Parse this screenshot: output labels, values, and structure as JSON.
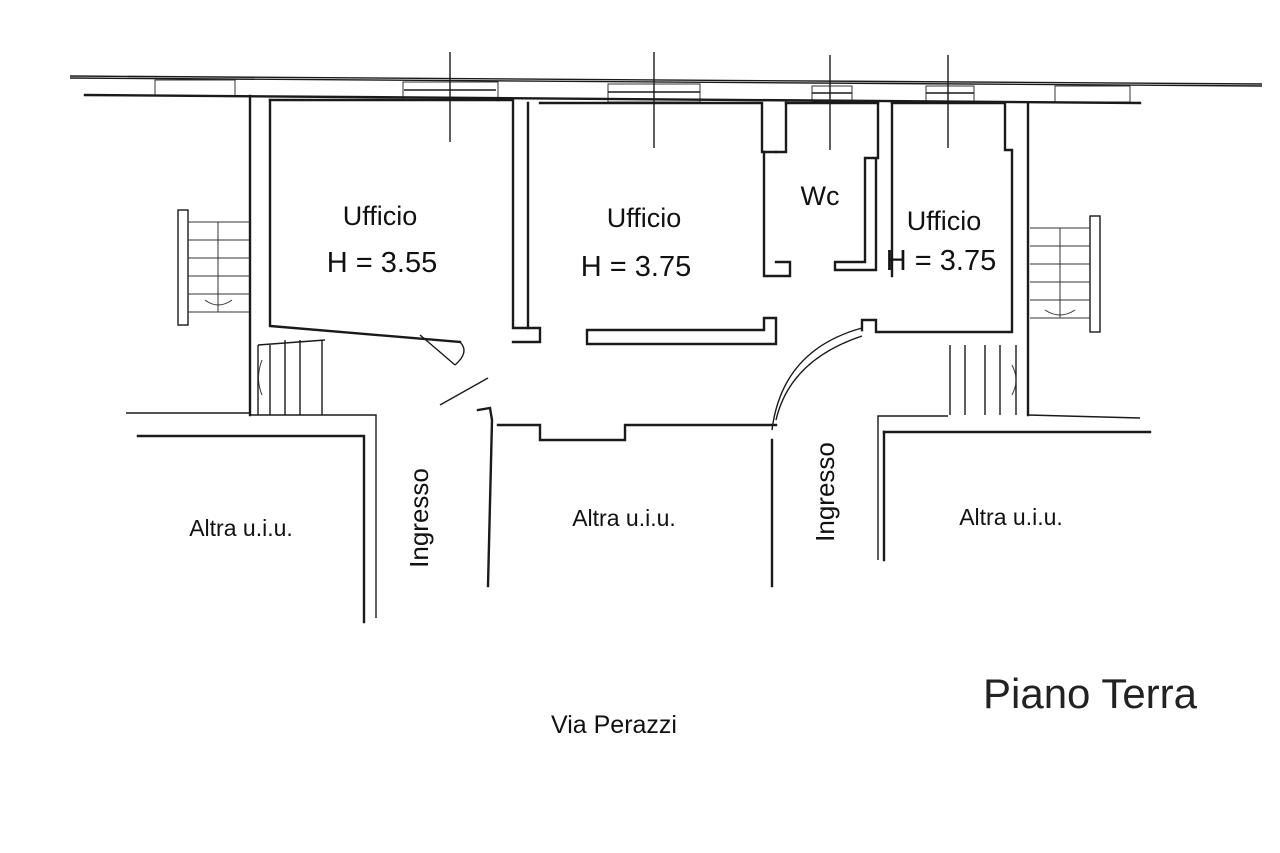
{
  "rooms": [
    {
      "name": "Ufficio",
      "height": "H = 3.55"
    },
    {
      "name": "Ufficio",
      "height": "H = 3.75"
    },
    {
      "name": "Wc"
    },
    {
      "name": "Ufficio",
      "height": "H = 3.75"
    }
  ],
  "neighbors": [
    "Altra u.i.u.",
    "Altra u.i.u.",
    "Altra u.i.u."
  ],
  "entrances": [
    "Ingresso",
    "Ingresso"
  ],
  "street": "Via Perazzi",
  "floor_label": "Piano Terra"
}
